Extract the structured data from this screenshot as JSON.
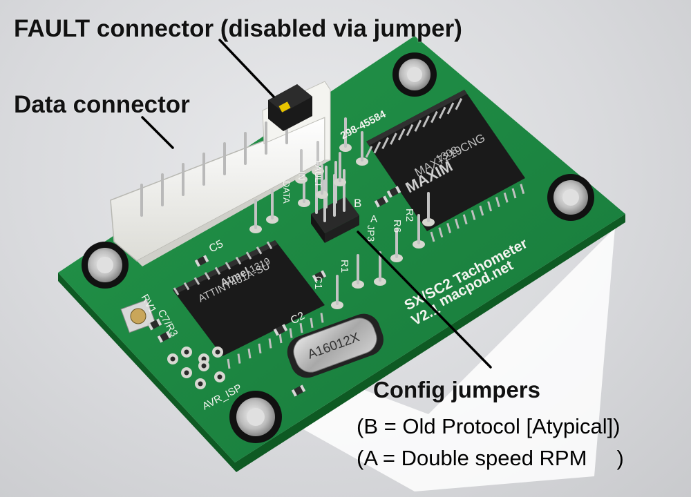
{
  "annotations": {
    "fault": "FAULT connector (disabled via jumper)",
    "data": "Data connector",
    "config_title": "Config jumpers",
    "config_b": "(B = Old Protocol [Atypical])",
    "config_a": "(A = Double speed RPM     )"
  },
  "board_text": {
    "part_number": "298-45584",
    "max_chip": "MAX7219CNG",
    "max_date": "1308",
    "atmel_chip": "ATTINY461A-SU",
    "atmel_date": "1319",
    "crystal": "A16012X",
    "title": "SX/SC2 Tachometer",
    "site": "macpod.net",
    "version": "V2.1",
    "c5": "C5",
    "c2": "C2",
    "c1": "C1",
    "r1": "R1",
    "r2": "R2",
    "r6": "R6",
    "rv1": "RV1",
    "c7r3": "C7/R3",
    "jp3": "JP3",
    "jb": "B",
    "ja": "A",
    "avr_isp": "AVR_ISP",
    "data_hdr": "DATA",
    "in_hdr": "IN",
    "fault_hdr": "FAULT"
  },
  "colors": {
    "pcb": "#1f8a3a",
    "pcb_dark": "#126a2a",
    "connector": "#f2f2ee",
    "chip": "#1a1a1a",
    "silk": "#f4f4f0"
  }
}
